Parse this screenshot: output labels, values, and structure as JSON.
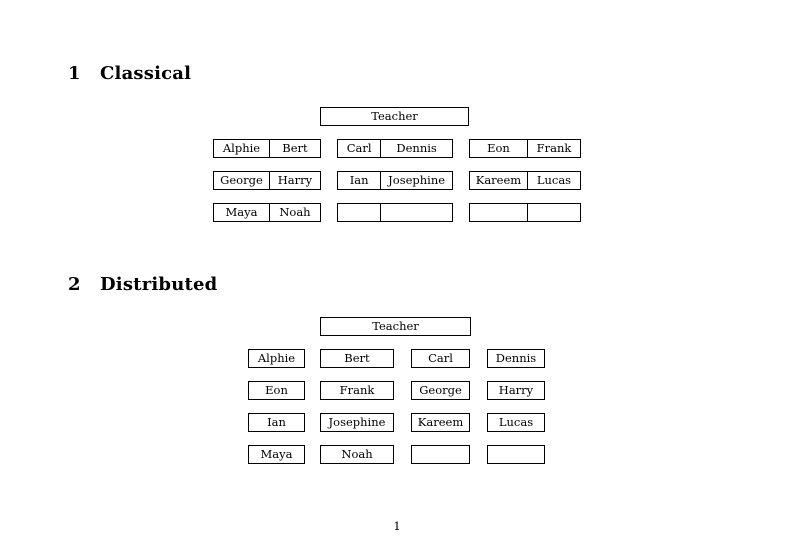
{
  "document": {
    "page_number": "1"
  },
  "sections": [
    {
      "number": "1",
      "title": "Classical",
      "root": {
        "label": "Teacher"
      },
      "groups": [
        {
          "rows": [
            {
              "cells": [
                "Alphie",
                "Bert"
              ]
            },
            {
              "cells": [
                "George",
                "Harry"
              ]
            },
            {
              "cells": [
                "Maya",
                "Noah"
              ]
            }
          ]
        },
        {
          "rows": [
            {
              "cells": [
                "Carl",
                "Dennis"
              ]
            },
            {
              "cells": [
                "Ian",
                "Josephine"
              ]
            },
            {
              "cells": [
                "",
                ""
              ]
            }
          ]
        },
        {
          "rows": [
            {
              "cells": [
                "Eon",
                "Frank"
              ]
            },
            {
              "cells": [
                "Kareem",
                "Lucas"
              ]
            },
            {
              "cells": [
                "",
                ""
              ]
            }
          ]
        }
      ]
    },
    {
      "number": "2",
      "title": "Distributed",
      "root": {
        "label": "Teacher"
      },
      "grid": [
        [
          "Alphie",
          "Bert",
          "Carl",
          "Dennis"
        ],
        [
          "Eon",
          "Frank",
          "George",
          "Harry"
        ],
        [
          "Ian",
          "Josephine",
          "Kareem",
          "Lucas"
        ],
        [
          "Maya",
          "Noah",
          "",
          ""
        ]
      ]
    }
  ]
}
